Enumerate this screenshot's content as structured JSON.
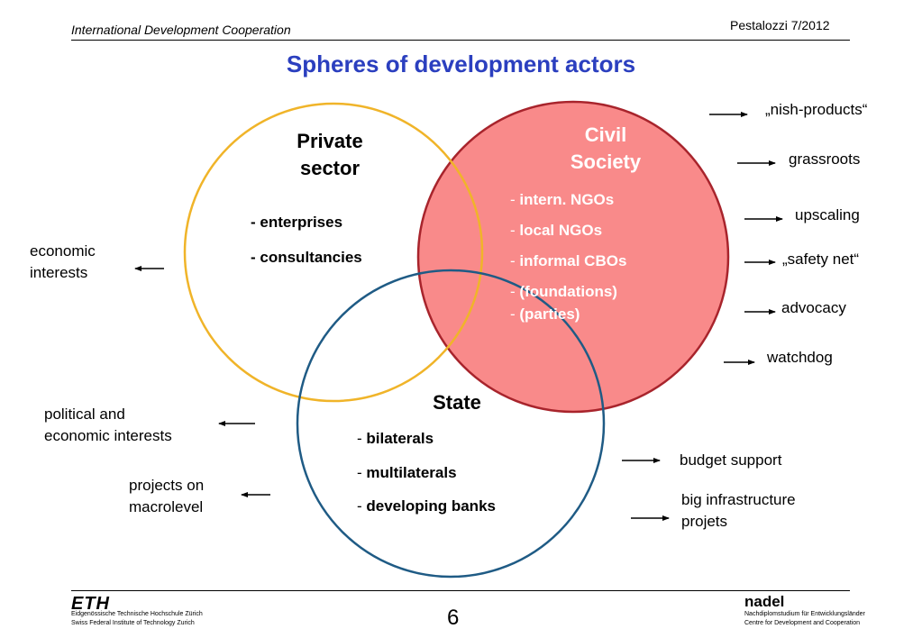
{
  "header": {
    "left": "International Development Cooperation",
    "right": "Pestalozzi 7/2012"
  },
  "title": "Spheres of development actors",
  "spheres": {
    "private": {
      "title_line1": "Private",
      "title_line2": "sector",
      "items": [
        "- enterprises",
        "- consultancies"
      ],
      "color": "#f0b429"
    },
    "civil": {
      "title_line1": "Civil",
      "title_line2": "Society",
      "items": [
        {
          "dash": "- ",
          "text": "intern. NGOs"
        },
        {
          "dash": "- ",
          "text": "local NGOs"
        },
        {
          "dash": "- ",
          "text": "informal CBOs"
        },
        {
          "dash": "- ",
          "text": "(foundations)"
        },
        {
          "dash": "- ",
          "text": "(parties)"
        }
      ],
      "fill": "#f98a8a",
      "stroke": "#a8242c"
    },
    "state": {
      "title": "State",
      "items": [
        {
          "dash": "- ",
          "text": "bilaterals"
        },
        {
          "dash": "- ",
          "text": "multilaterals"
        },
        {
          "dash": "- ",
          "text": "developing banks"
        }
      ],
      "color": "#1f5b85"
    }
  },
  "left_labels": {
    "economic_interests": [
      "economic",
      "interests"
    ],
    "political_economic": [
      "political and",
      "economic interests"
    ],
    "projects_macro": [
      "projects on",
      "macrolevel"
    ]
  },
  "right_labels": {
    "nish_products": "„nish-products“",
    "grassroots": "grassroots",
    "upscaling": "upscaling",
    "safety_net": "„safety net“",
    "advocacy": "advocacy",
    "watchdog": "watchdog",
    "budget_support": "budget support",
    "infrastructure": [
      "big infrastructure",
      "projets"
    ]
  },
  "footer": {
    "page_number": "6",
    "eth_logo": "ETH",
    "eth_line1": "Eidgenössische Technische Hochschule Zürich",
    "eth_line2": "Swiss Federal Institute of Technology Zurich",
    "nadel_logo": "nadel",
    "nadel_line1": "Nachdiplomstudium für Entwicklungsländer",
    "nadel_line2": "Centre for Development and Cooperation"
  }
}
